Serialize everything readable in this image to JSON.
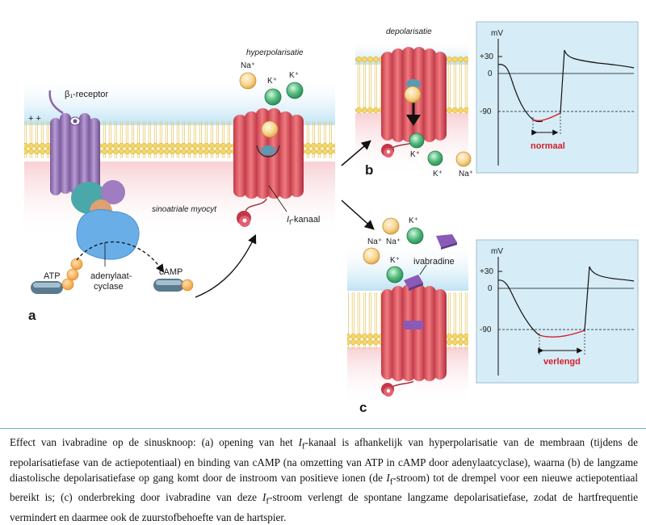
{
  "labels": {
    "plus_signs": "+ +",
    "receptor": "β₁-receptor",
    "hyperpol": "hyperpolarisatie",
    "depol": "depolarisatie",
    "myocyte": "sinoatriale myocyt",
    "channel_prefix": "I",
    "channel_sub": "f",
    "channel_suffix": "-kanaal",
    "atp": "ATP",
    "camp": "cAMP",
    "enzyme_1": "adenylaat-",
    "enzyme_2": "cyclase",
    "ivabradine": "ivabradine",
    "panel_a": "a",
    "panel_b": "b",
    "panel_c": "c"
  },
  "ions": {
    "na": "Na⁺",
    "k": "K⁺"
  },
  "graph_top": {
    "unit": "mV",
    "tick_high": "+30",
    "tick_zero": "0",
    "tick_low": "-90",
    "phase_label": "normaal"
  },
  "graph_bottom": {
    "unit": "mV",
    "tick_high": "+30",
    "tick_zero": "0",
    "tick_low": "-90",
    "phase_label": "verlengd"
  },
  "caption": {
    "s1": "Effect van ivabradine op de sinusknoop: (a) opening van het ",
    "i1": "I",
    "f1": "f",
    "s2": "-kanaal is afhankelijk van hyperpolarisatie van de membraan (tijdens de repolarisatiefase van de actiepotentiaal) en binding van cAMP (na omzetting van ATP in cAMP door adenylaatcyclase), waarna (b) de langzame diastolische depolarisatiefase op gang komt door de instroom van positieve ionen (de ",
    "i2": "I",
    "f2": "f",
    "s3": "-stroom) tot de drempel voor een nieuwe actiepotentiaal bereikt is; (c) onderbreking door ivabradine van deze ",
    "i3": "I",
    "f3": "f",
    "s4": "-stroom verlengt de spontane langzame depolarisatiefase, zodat de hartfrequentie vermindert en daarmee ook de zuurstofbehoefte van de hartspier."
  },
  "colors": {
    "membrane_head": "#f0d060",
    "channel": "#e05560",
    "receptor": "#9a7ab8",
    "enzyme": "#6aaee8",
    "ion_na": "#f4c878",
    "ion_k": "#3aa66a",
    "trace_red": "#d4202a",
    "graph_bg": "#d6ecf6"
  }
}
